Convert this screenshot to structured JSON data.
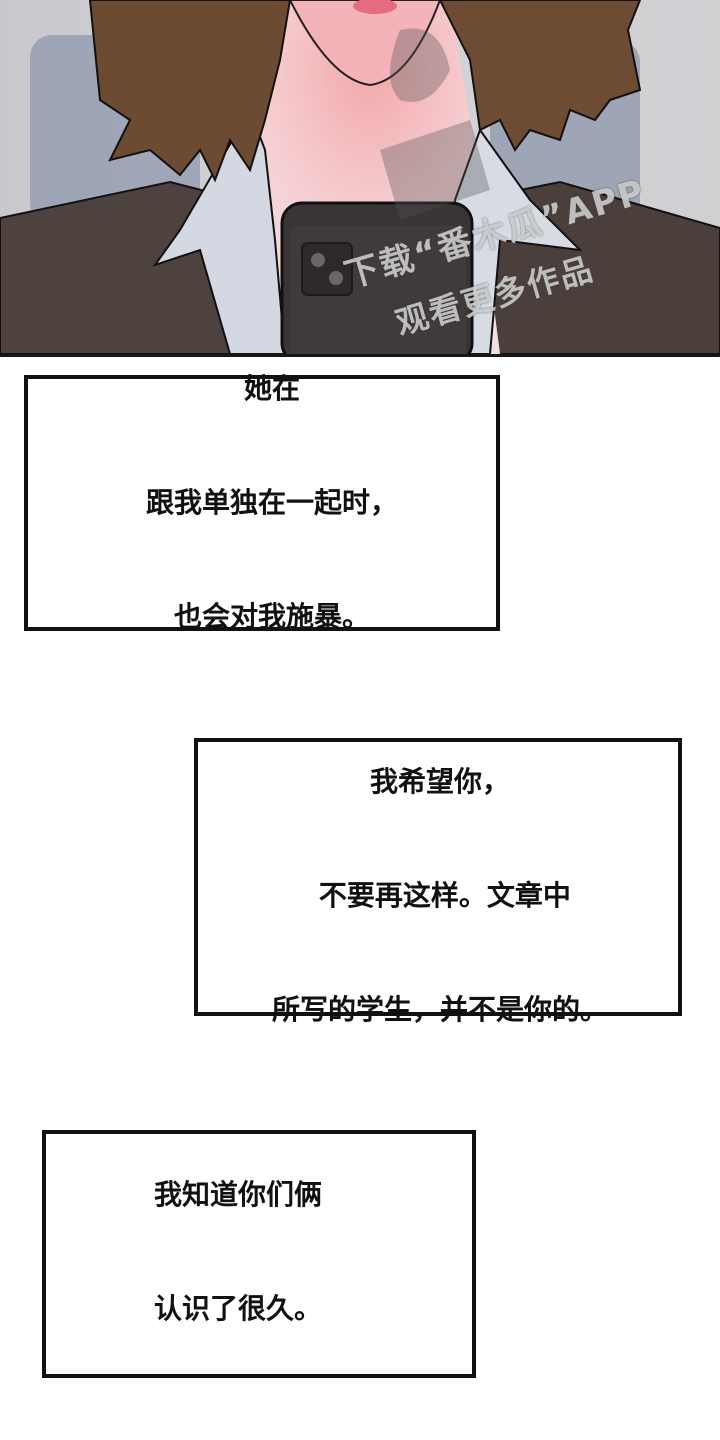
{
  "comic": {
    "panel_art": {
      "description": "Close-up of a woman with brown shoulder-length hair in a dark brown blazer and white collared shirt, holding a dark smartphone with dual camera",
      "watermark": {
        "line1": "下载“番木瓜”APP",
        "line2": "观看更多作品"
      },
      "colors": {
        "background": "#cfcfd3",
        "hair": "#6b4a33",
        "blazer": "#4c403d",
        "shirt": "#d6dbe4",
        "skin": "#f1c1c4",
        "phone": "#3a3434"
      }
    },
    "captions": [
      {
        "lines": [
          "她在",
          "跟我单独在一起时，",
          "也会对我施暴。"
        ]
      },
      {
        "lines": [
          "我希望你，",
          " 不要再这样。文章中",
          "所写的学生，并不是你的。"
        ]
      },
      {
        "lines": [
          "我知道你们俩",
          "认识了很久。"
        ]
      }
    ]
  }
}
